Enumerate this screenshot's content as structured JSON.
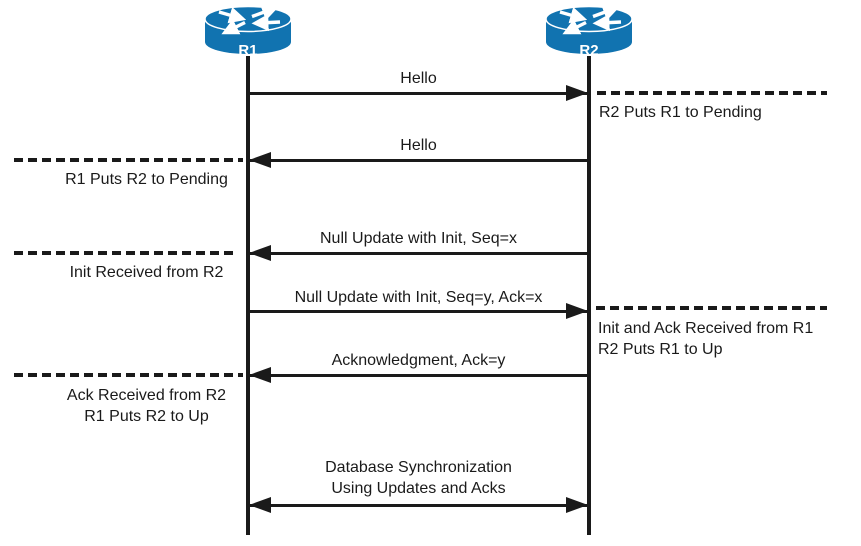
{
  "colors": {
    "router_blue": "#1173b0",
    "ink": "#1a1a1a",
    "router_label_white": "#ffffff"
  },
  "actors": [
    {
      "label": "R1"
    },
    {
      "label": "R2"
    }
  ],
  "messages": [
    {
      "label": "Hello",
      "from": "R1",
      "to": "R2"
    },
    {
      "label": "Hello",
      "from": "R2",
      "to": "R1"
    },
    {
      "label": "Null Update with Init, Seq=x",
      "from": "R2",
      "to": "R1"
    },
    {
      "label": "Null Update with Init, Seq=y, Ack=x",
      "from": "R1",
      "to": "R2"
    },
    {
      "label": "Acknowledgment, Ack=y",
      "from": "R2",
      "to": "R1"
    },
    {
      "label_line1": "Database Synchronization",
      "label_line2": "Using Updates and Acks",
      "from": "R1",
      "to": "R2",
      "bidirectional": true
    }
  ],
  "annotations": [
    {
      "side": "right",
      "line1": "R2 Puts R1 to Pending"
    },
    {
      "side": "left",
      "line1": "R1 Puts R2 to Pending"
    },
    {
      "side": "left",
      "line1": "Init Received from R2"
    },
    {
      "side": "right",
      "line1": "Init and Ack Received from R1",
      "line2": "R2 Puts R1 to Up"
    },
    {
      "side": "left",
      "line1": "Ack Received from R2",
      "line2": "R1 Puts R2 to Up"
    }
  ]
}
